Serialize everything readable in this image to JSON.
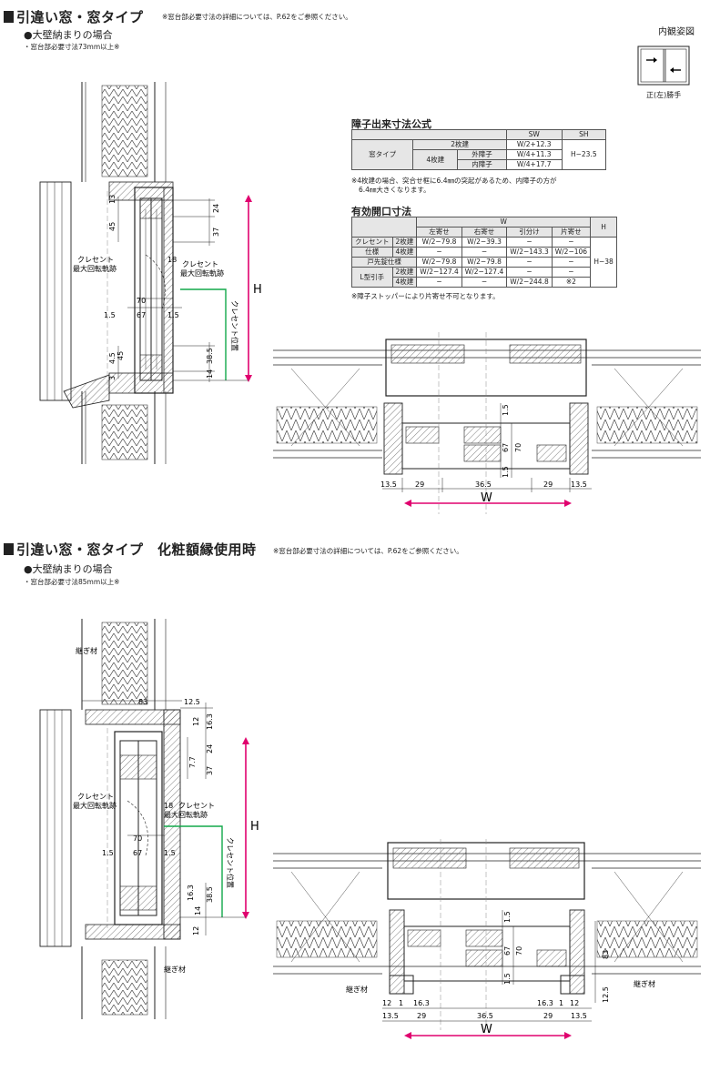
{
  "sec1": {
    "title": "引違い窓・窓タイプ",
    "note": "※窓台部必要寸法の詳細については、P.62をご参照ください。",
    "subtitle": "●大壁納まりの場合",
    "requirement": "・窓台部必要寸法73mm以上※"
  },
  "view": {
    "title": "内観姿図",
    "caption": "正(左)勝手"
  },
  "table1": {
    "title": "障子出来寸法公式",
    "col_sw": "SW",
    "col_sh": "SH",
    "row_type": "窓タイプ",
    "two": "2枚建",
    "four": "4枚建",
    "outer": "外障子",
    "inner": "内障子",
    "sw_two": "W/2+12.3",
    "sw_outer": "W/4+11.3",
    "sw_inner": "W/4+17.7",
    "sh": "H−23.5",
    "footnote1": "※4枚建の場合、突合せ框に6.4㎜の突起があるため、内障子の方が",
    "footnote2": "6.4㎜大きくなります。"
  },
  "table2": {
    "title": "有効開口寸法",
    "col_w": "W",
    "col_h": "H",
    "col_left": "左寄せ",
    "col_right": "右寄せ",
    "col_pull": "引分け",
    "col_one": "片寄せ",
    "row_crescent_1": "クレセント",
    "row_crescent_2": "仕様",
    "row_tosaki": "戸先錠仕様",
    "row_lpull": "L型引手",
    "two": "2枚建",
    "four": "4枚建",
    "c2_left": "W/2−79.8",
    "c2_right": "W/2−39.3",
    "c2_pull": "−",
    "c2_one": "−",
    "c4_left": "−",
    "c4_right": "−",
    "c4_pull": "W/2−143.3",
    "c4_one": "W/2−106",
    "t_left": "W/2−79.8",
    "t_right": "W/2−79.8",
    "t_pull": "−",
    "t_one": "−",
    "l2_left": "W/2−127.4",
    "l2_right": "W/2−127.4",
    "l2_pull": "−",
    "l2_one": "−",
    "l4_left": "−",
    "l4_right": "−",
    "l4_pull": "W/2−244.8",
    "l4_one": "※2",
    "h_value": "H−38",
    "footnote": "※障子ストッパーにより片寄せ不可となります。"
  },
  "sec2": {
    "title": "引違い窓・窓タイプ　化粧額縁使用時",
    "note": "※窓台部必要寸法の詳細については、P.62をご参照ください。",
    "subtitle": "●大壁納まりの場合",
    "requirement": "・窓台部必要寸法85mm以上※"
  },
  "labels": {
    "crescent_track_1": "クレセント",
    "crescent_track_2": "最大回転軌跡",
    "crescent_pos": "クレセント位置",
    "joint": "継ぎ材",
    "H": "H",
    "W": "W"
  },
  "dims1": {
    "d13": "13",
    "d45": "45",
    "d24": "24",
    "d37": "37",
    "d18": "18",
    "d70": "70",
    "d67": "67",
    "d1_5": "1.5",
    "d4_5": "4.5",
    "d3": "3",
    "d38_5": "38.5",
    "d14": "14"
  },
  "plan1": {
    "d1_5": "1.5",
    "d67": "67",
    "d70": "70",
    "d13_5": "13.5",
    "d29": "29",
    "d36_5": "36.5"
  },
  "dims2": {
    "d83": "83",
    "d12_5": "12.5",
    "d12": "12",
    "d16_3": "16.3",
    "d24": "24",
    "d7_7": "7.7",
    "d37": "37",
    "d18": "18",
    "d70": "70",
    "d67": "67",
    "d1_5": "1.5",
    "d38_5": "38.5",
    "d14": "14"
  },
  "plan2": {
    "d1_5": "1.5",
    "d67": "67",
    "d70": "70",
    "d83": "83",
    "d12_5": "12.5",
    "d12": "12",
    "d1": "1",
    "d16_3": "16.3",
    "d13_5": "13.5",
    "d29": "29",
    "d36_5": "36.5"
  },
  "colors": {
    "accent": "#e0006e",
    "accent_green": "#12a84a",
    "line": "#222222"
  }
}
